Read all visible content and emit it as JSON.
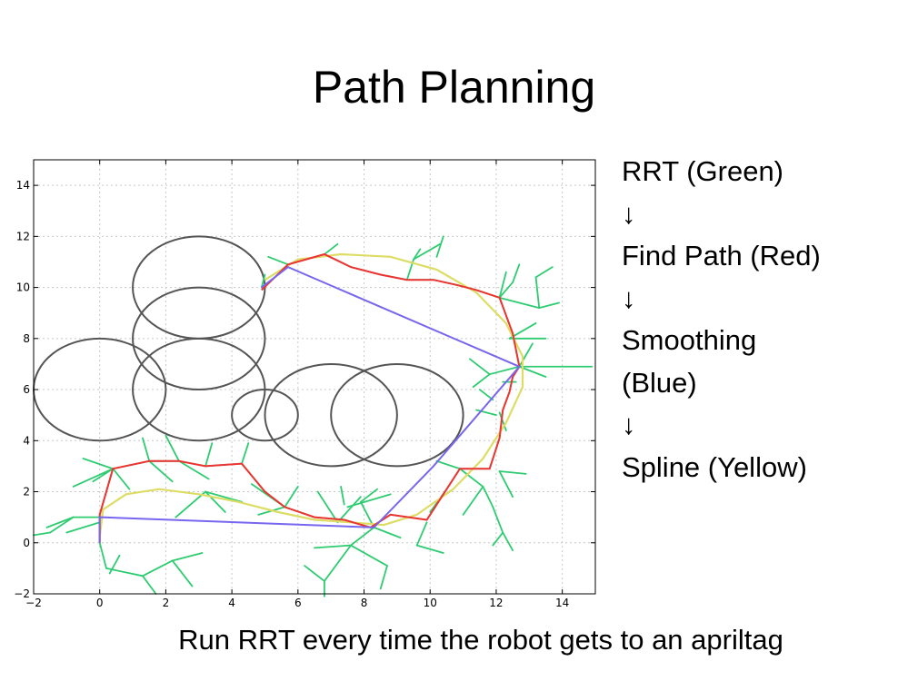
{
  "slide": {
    "title": "Path Planning",
    "steps": [
      "RRT (Green)",
      "↓",
      "Find Path (Red)",
      "↓",
      "Smoothing",
      "(Blue)",
      "↓",
      "Spline (Yellow)"
    ],
    "caption": "Run RRT every time the robot gets to an apriltag"
  },
  "chart_data": {
    "type": "line",
    "xlim": [
      -2,
      15
    ],
    "ylim": [
      -2,
      15
    ],
    "x_ticks": [
      -2,
      0,
      2,
      4,
      6,
      8,
      10,
      12,
      14
    ],
    "y_ticks": [
      -2,
      0,
      2,
      4,
      6,
      8,
      10,
      12,
      14
    ],
    "grid": true,
    "colors": {
      "obstacle": "#555555",
      "rrt": "#2ecc71",
      "path": "#ee3333",
      "smooth": "#7766ee",
      "spline": "#dddd66"
    },
    "obstacles": [
      {
        "cx": 3,
        "cy": 10,
        "rx": 2,
        "ry": 2
      },
      {
        "cx": 3,
        "cy": 8,
        "rx": 2,
        "ry": 2
      },
      {
        "cx": 3,
        "cy": 6,
        "rx": 2,
        "ry": 2
      },
      {
        "cx": 0,
        "cy": 6,
        "rx": 2,
        "ry": 2
      },
      {
        "cx": 5,
        "cy": 5,
        "rx": 1,
        "ry": 1
      },
      {
        "cx": 7,
        "cy": 5,
        "rx": 2,
        "ry": 2
      },
      {
        "cx": 9,
        "cy": 5,
        "rx": 2,
        "ry": 2
      }
    ],
    "rrt_edges": [
      [
        [
          0,
          1
        ],
        [
          -0.8,
          1
        ]
      ],
      [
        [
          -0.8,
          1
        ],
        [
          -1.5,
          0.4
        ]
      ],
      [
        [
          -0.8,
          1
        ],
        [
          -1.6,
          0.6
        ]
      ],
      [
        [
          -1.5,
          0.4
        ],
        [
          -2,
          0.3
        ]
      ],
      [
        [
          0,
          0.8
        ],
        [
          -1,
          0.4
        ]
      ],
      [
        [
          0,
          0
        ],
        [
          0.2,
          -1
        ]
      ],
      [
        [
          0.2,
          -1
        ],
        [
          1.3,
          -1.3
        ]
      ],
      [
        [
          1.3,
          -1.3
        ],
        [
          2.2,
          -0.7
        ]
      ],
      [
        [
          2.2,
          -0.7
        ],
        [
          2.8,
          -1.7
        ]
      ],
      [
        [
          2.2,
          -0.7
        ],
        [
          3.1,
          -0.4
        ]
      ],
      [
        [
          1.3,
          -1.3
        ],
        [
          1.7,
          -2
        ]
      ],
      [
        [
          0.6,
          -0.5
        ],
        [
          0.3,
          -1.2
        ]
      ],
      [
        [
          0.4,
          2.9
        ],
        [
          -0.5,
          3.3
        ]
      ],
      [
        [
          0.4,
          2.9
        ],
        [
          -0.8,
          2.2
        ]
      ],
      [
        [
          0.4,
          2.9
        ],
        [
          -0.2,
          2.4
        ]
      ],
      [
        [
          0.4,
          2.9
        ],
        [
          0.9,
          2.1
        ]
      ],
      [
        [
          1.5,
          3.2
        ],
        [
          1.3,
          4.1
        ]
      ],
      [
        [
          1.5,
          3.2
        ],
        [
          2.2,
          2.4
        ]
      ],
      [
        [
          2.4,
          3.2
        ],
        [
          2,
          4.2
        ]
      ],
      [
        [
          2.4,
          3.2
        ],
        [
          3.3,
          2.5
        ]
      ],
      [
        [
          3.2,
          3
        ],
        [
          3.4,
          3.9
        ]
      ],
      [
        [
          4.3,
          3.1
        ],
        [
          4.5,
          3.9
        ]
      ],
      [
        [
          3.2,
          2
        ],
        [
          2.3,
          1
        ]
      ],
      [
        [
          3.2,
          2
        ],
        [
          3.8,
          1.2
        ]
      ],
      [
        [
          3.2,
          2
        ],
        [
          4.3,
          1.6
        ]
      ],
      [
        [
          5.6,
          1.4
        ],
        [
          4.6,
          2.3
        ]
      ],
      [
        [
          5.6,
          1.4
        ],
        [
          4.8,
          1.1
        ]
      ],
      [
        [
          5.6,
          1.4
        ],
        [
          6,
          2.2
        ]
      ],
      [
        [
          7.2,
          0.8
        ],
        [
          6.6,
          2
        ]
      ],
      [
        [
          7.2,
          0.8
        ],
        [
          7.9,
          1.8
        ]
      ],
      [
        [
          7.4,
          1.5
        ],
        [
          7.3,
          2.2
        ]
      ],
      [
        [
          7.5,
          1.4
        ],
        [
          8.8,
          1.9
        ]
      ],
      [
        [
          8.3,
          0.6
        ],
        [
          7.6,
          -0.1
        ]
      ],
      [
        [
          7.6,
          -0.1
        ],
        [
          6.8,
          -1.5
        ]
      ],
      [
        [
          6.8,
          -1.5
        ],
        [
          6.2,
          -0.9
        ]
      ],
      [
        [
          6.8,
          -1.5
        ],
        [
          6.8,
          -2.1
        ]
      ],
      [
        [
          7.6,
          -0.1
        ],
        [
          8.7,
          -0.9
        ]
      ],
      [
        [
          8.7,
          -0.9
        ],
        [
          8.5,
          -1.8
        ]
      ],
      [
        [
          7.6,
          -0.1
        ],
        [
          6.5,
          -0.2
        ]
      ],
      [
        [
          8.3,
          0.6
        ],
        [
          9.1,
          0.2
        ]
      ],
      [
        [
          8.3,
          0.6
        ],
        [
          7.9,
          1.6
        ]
      ],
      [
        [
          7.9,
          1.6
        ],
        [
          8.4,
          2.1
        ]
      ],
      [
        [
          9.9,
          0.8
        ],
        [
          9.6,
          -0.1
        ]
      ],
      [
        [
          9.6,
          -0.1
        ],
        [
          10.4,
          -0.4
        ]
      ],
      [
        [
          10,
          1.2
        ],
        [
          10.5,
          2.1
        ]
      ],
      [
        [
          10.9,
          2.9
        ],
        [
          10.2,
          3.2
        ]
      ],
      [
        [
          10.9,
          2.9
        ],
        [
          11.6,
          2.2
        ]
      ],
      [
        [
          11.6,
          2.2
        ],
        [
          11,
          1.1
        ]
      ],
      [
        [
          11.6,
          2.2
        ],
        [
          11.9,
          1.4
        ]
      ],
      [
        [
          11.9,
          1.4
        ],
        [
          12.2,
          0.4
        ]
      ],
      [
        [
          12.2,
          0.4
        ],
        [
          11.9,
          -0.1
        ]
      ],
      [
        [
          12.2,
          0.4
        ],
        [
          12.5,
          -0.3
        ]
      ],
      [
        [
          12.1,
          2.8
        ],
        [
          12.9,
          2.7
        ]
      ],
      [
        [
          12.1,
          2.8
        ],
        [
          12.5,
          1.8
        ]
      ],
      [
        [
          12,
          5
        ],
        [
          11.4,
          5.2
        ]
      ],
      [
        [
          12.1,
          5.1
        ],
        [
          12.3,
          4.4
        ]
      ],
      [
        [
          11.9,
          5.6
        ],
        [
          11.5,
          6
        ]
      ],
      [
        [
          12.2,
          6.3
        ],
        [
          12.6,
          6.3
        ]
      ],
      [
        [
          12.7,
          6.9
        ],
        [
          11.8,
          6.6
        ]
      ],
      [
        [
          11.8,
          6.6
        ],
        [
          11.2,
          7.2
        ]
      ],
      [
        [
          11.8,
          6.6
        ],
        [
          11.3,
          6.1
        ]
      ],
      [
        [
          12.7,
          6.9
        ],
        [
          13.5,
          6.5
        ]
      ],
      [
        [
          12.7,
          6.9
        ],
        [
          14.1,
          6.9
        ]
      ],
      [
        [
          14.1,
          6.9
        ],
        [
          14.9,
          6.9
        ]
      ],
      [
        [
          12.7,
          6.9
        ],
        [
          13.1,
          7.8
        ]
      ],
      [
        [
          12.4,
          8
        ],
        [
          13.5,
          8
        ]
      ],
      [
        [
          12.4,
          8
        ],
        [
          13.2,
          8.6
        ]
      ],
      [
        [
          12.1,
          9.6
        ],
        [
          12.5,
          10.2
        ]
      ],
      [
        [
          12.1,
          9.6
        ],
        [
          12.3,
          10.6
        ]
      ],
      [
        [
          12.1,
          9.6
        ],
        [
          13.3,
          9.2
        ]
      ],
      [
        [
          12.5,
          10.2
        ],
        [
          12.7,
          10.9
        ]
      ],
      [
        [
          13.3,
          9.2
        ],
        [
          13.2,
          10.4
        ]
      ],
      [
        [
          13.2,
          10.4
        ],
        [
          13.7,
          10.8
        ]
      ],
      [
        [
          13.3,
          9.2
        ],
        [
          13.9,
          9.4
        ]
      ],
      [
        [
          9.3,
          10.3
        ],
        [
          9.5,
          11.1
        ]
      ],
      [
        [
          9.5,
          11.1
        ],
        [
          10.3,
          11.7
        ]
      ],
      [
        [
          9.5,
          11.1
        ],
        [
          9.7,
          11.5
        ]
      ],
      [
        [
          10.2,
          11.2
        ],
        [
          10.4,
          12
        ]
      ],
      [
        [
          5.7,
          10.9
        ],
        [
          5.1,
          11.2
        ]
      ],
      [
        [
          6.8,
          11.3
        ],
        [
          7.2,
          11.7
        ]
      ],
      [
        [
          4.9,
          10
        ],
        [
          5,
          10.5
        ]
      ]
    ],
    "path": [
      [
        0,
        0
      ],
      [
        0,
        1.1
      ],
      [
        0.4,
        2.9
      ],
      [
        1.5,
        3.2
      ],
      [
        2.4,
        3.2
      ],
      [
        3.2,
        3
      ],
      [
        4.3,
        3.1
      ],
      [
        5,
        2
      ],
      [
        5.6,
        1.4
      ],
      [
        6.5,
        1
      ],
      [
        7.4,
        0.9
      ],
      [
        8.2,
        0.6
      ],
      [
        8.8,
        1.1
      ],
      [
        9.9,
        0.9
      ],
      [
        10.4,
        1.9
      ],
      [
        10.9,
        2.9
      ],
      [
        11.8,
        2.9
      ],
      [
        12.1,
        4.1
      ],
      [
        12.2,
        5.2
      ],
      [
        12.4,
        5.9
      ],
      [
        12.5,
        6.5
      ],
      [
        12.7,
        6.9
      ],
      [
        12.5,
        8.2
      ],
      [
        12.1,
        9.6
      ],
      [
        11.4,
        9.9
      ],
      [
        10.8,
        10.1
      ],
      [
        10.1,
        10.3
      ],
      [
        9.3,
        10.3
      ],
      [
        8.5,
        10.5
      ],
      [
        7.6,
        10.8
      ],
      [
        6.8,
        11.3
      ],
      [
        5.7,
        10.9
      ],
      [
        5.3,
        10.4
      ],
      [
        4.9,
        9.9
      ]
    ],
    "smooth_path": [
      [
        0,
        0
      ],
      [
        0,
        1
      ],
      [
        8.3,
        0.6
      ],
      [
        10.1,
        3
      ],
      [
        12.7,
        6.9
      ],
      [
        5.7,
        10.8
      ],
      [
        4.9,
        10
      ]
    ],
    "spline": [
      [
        0,
        0.2
      ],
      [
        0.1,
        1.3
      ],
      [
        0.8,
        1.9
      ],
      [
        1.8,
        2.1
      ],
      [
        3,
        1.9
      ],
      [
        4.2,
        1.6
      ],
      [
        5.4,
        1.2
      ],
      [
        6.5,
        0.9
      ],
      [
        7.6,
        0.8
      ],
      [
        8.6,
        0.7
      ],
      [
        9.6,
        1.1
      ],
      [
        10.7,
        2.1
      ],
      [
        11.6,
        3.3
      ],
      [
        12.3,
        4.7
      ],
      [
        12.8,
        6.1
      ],
      [
        12.8,
        7.3
      ],
      [
        12.3,
        8.6
      ],
      [
        11.4,
        9.8
      ],
      [
        10.2,
        10.7
      ],
      [
        8.8,
        11.2
      ],
      [
        7.3,
        11.3
      ],
      [
        6,
        11.1
      ],
      [
        5,
        10.3
      ]
    ]
  }
}
